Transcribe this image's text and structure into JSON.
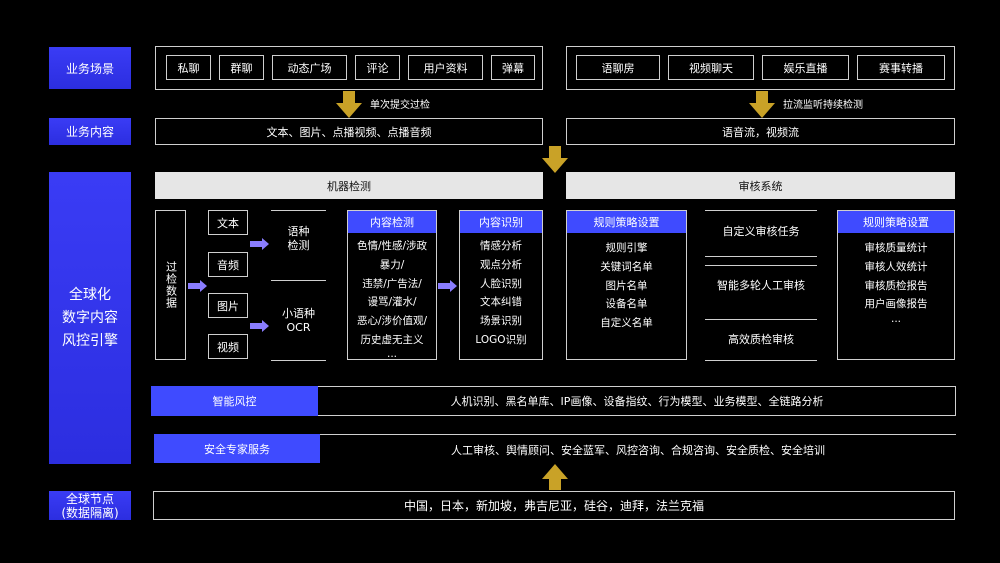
{
  "side": {
    "scene": "业务场景",
    "content": "业务内容",
    "main": "全球化\n数字内容\n风控引擎",
    "nodes": "全球节点\n(数据隔离)"
  },
  "scenes_left": [
    "私聊",
    "群聊",
    "动态广场",
    "评论",
    "用户资料",
    "弹幕"
  ],
  "scenes_right": [
    "语聊房",
    "视频聊天",
    "娱乐直播",
    "赛事转播"
  ],
  "arrow_labels": {
    "left": "单次提交过检",
    "right": "拉流监听持续检测"
  },
  "content_left": "文本、图片、点播视频、点播音频",
  "content_right": "语音流，视频流",
  "machine_title": "机器检测",
  "review_title": "审核系统",
  "pass_data": "过检数据",
  "media": [
    "文本",
    "音频",
    "图片",
    "视频"
  ],
  "detect_lang": "语种\n检测",
  "minor_ocr": "小语种\nOCR",
  "content_check": {
    "title": "内容检测",
    "items": [
      "色情/性感/涉政",
      "暴力/",
      "违禁/广告法/",
      "谩骂/灌水/",
      "恶心/涉价值观/",
      "历史虚无主义",
      "..."
    ]
  },
  "content_recog": {
    "title": "内容识别",
    "items": [
      "情感分析",
      "观点分析",
      "人脸识别",
      "文本纠错",
      "场景识别",
      "LOGO识别"
    ]
  },
  "rule_policy": {
    "title": "规则策略设置",
    "items": [
      "规则引擎",
      "关键词名单",
      "图片名单",
      "设备名单",
      "自定义名单"
    ]
  },
  "review_tasks": [
    "自定义审核任务",
    "智能多轮人工审核",
    "高效质检审核"
  ],
  "rule_policy2": {
    "title": "规则策略设置",
    "items": [
      "审核质量统计",
      "审核人效统计",
      "审核质检报告",
      "用户画像报告",
      "..."
    ]
  },
  "smart_risk": {
    "label": "智能风控",
    "text": "人机识别、黑名单库、IP画像、设备指纹、行为模型、业务模型、全链路分析"
  },
  "expert": {
    "label": "安全专家服务",
    "text": "人工审核、舆情顾问、安全蓝军、风控咨询、合规咨询、安全质检、安全培训"
  },
  "nodes_text": "中国，日本，新加坡，弗吉尼亚，硅谷，迪拜，法兰克福",
  "colors": {
    "accent": "#3f4bff",
    "arrow": "#c9a227",
    "purple_arrow": "#8a7dff"
  }
}
